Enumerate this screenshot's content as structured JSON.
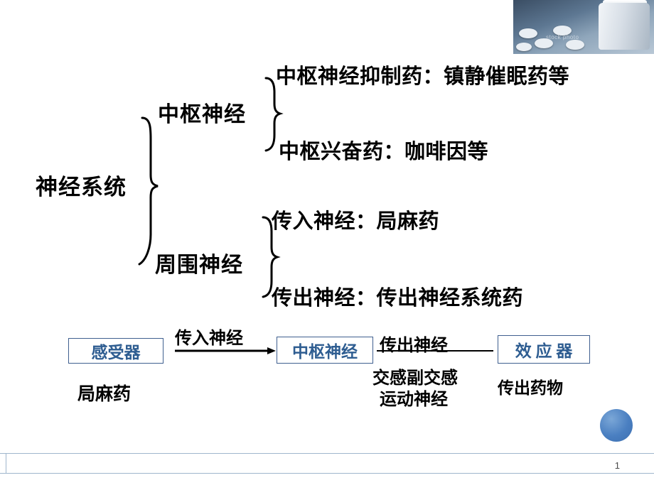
{
  "slide": {
    "page_number": "1",
    "photo_watermark": "stock photo",
    "accent_color": "#2e5d91",
    "rule_color": "#9fb6cd"
  },
  "tree": {
    "root": "神经系统",
    "branches": [
      {
        "label": "中枢神经",
        "leaves": [
          "中枢神经抑制药：镇静催眠药等",
          "中枢兴奋药：咖啡因等"
        ]
      },
      {
        "label": "周围神经",
        "leaves": [
          "传入神经：局麻药",
          "传出神经：传出神经系统药"
        ]
      }
    ]
  },
  "flow": {
    "boxes": [
      {
        "id": "receptor",
        "label": "感受器"
      },
      {
        "id": "cns",
        "label": "中枢神经"
      },
      {
        "id": "effector",
        "label": "效 应 器"
      }
    ],
    "labels": {
      "afferent": "传入神经",
      "efferent": "传出神经",
      "sympathetic": "交感副交感",
      "motor": "运动神经",
      "local_anesthetic": "局麻药",
      "efferent_drugs": "传出药物"
    }
  }
}
